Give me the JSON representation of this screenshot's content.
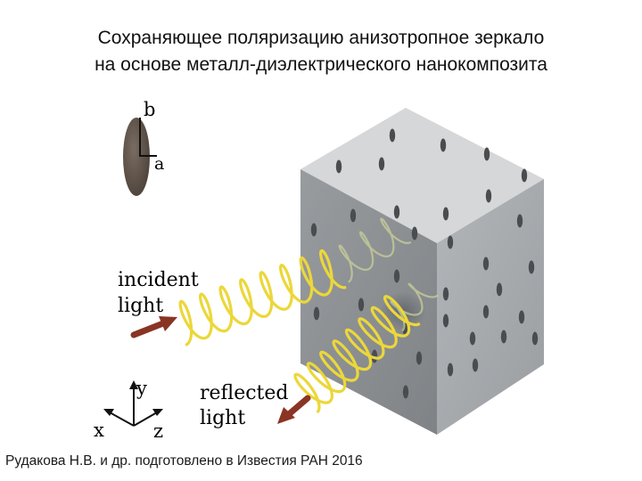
{
  "title": {
    "line1": "Сохраняющее поляризацию анизотропное зеркало",
    "line2": "на основе металл-диэлектрического нанокомпозита"
  },
  "particle": {
    "axis_b": "b",
    "axis_a": "a"
  },
  "labels": {
    "incident_1": "incident",
    "incident_2": "light",
    "reflected_1": "reflected",
    "reflected_2": "light"
  },
  "axes": {
    "y": "y",
    "x": "x",
    "z": "z"
  },
  "credit": "Рудакова Н.В. и др. подготовлено в Известия РАН 2016",
  "colors": {
    "cube_front": "#8d9194",
    "cube_side": "#a8acaf",
    "cube_top": "#d4d6d8",
    "dot": "#4a4d50",
    "particle": "#5a4e45",
    "helix": "#ecd73a",
    "helix_faded": "#c9cf9a",
    "arrow": "#8a3424"
  }
}
